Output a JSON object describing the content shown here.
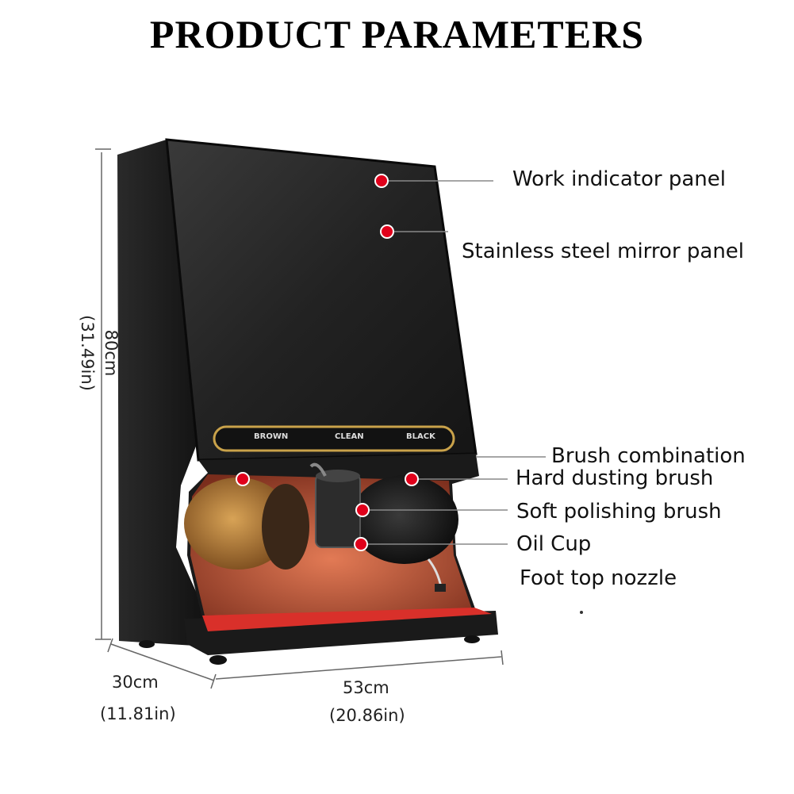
{
  "title": "PRODUCT PARAMETERS",
  "labels": {
    "work_indicator": "Work indicator panel",
    "mirror_panel": "Stainless steel mirror panel",
    "brush_combination": "Brush combination",
    "hard_brush": "Hard dusting brush",
    "soft_brush": "Soft polishing brush",
    "oil_cup": "Oil Cup",
    "nozzle": "Foot top nozzle"
  },
  "panel_buttons": {
    "brown": "BROWN",
    "clean": "CLEAN",
    "black": "BLACK"
  },
  "dimensions": {
    "height_cm": "80cm",
    "height_in": "(31.49in)",
    "depth_cm": "30cm",
    "depth_in": "(11.81in)",
    "width_cm": "53cm",
    "width_in": "(20.86in)"
  },
  "colors": {
    "marker": "#e0001b",
    "cabinet": "#1c1c1c",
    "interior": "#c45a3a",
    "panel_trim": "#c9a24a"
  }
}
